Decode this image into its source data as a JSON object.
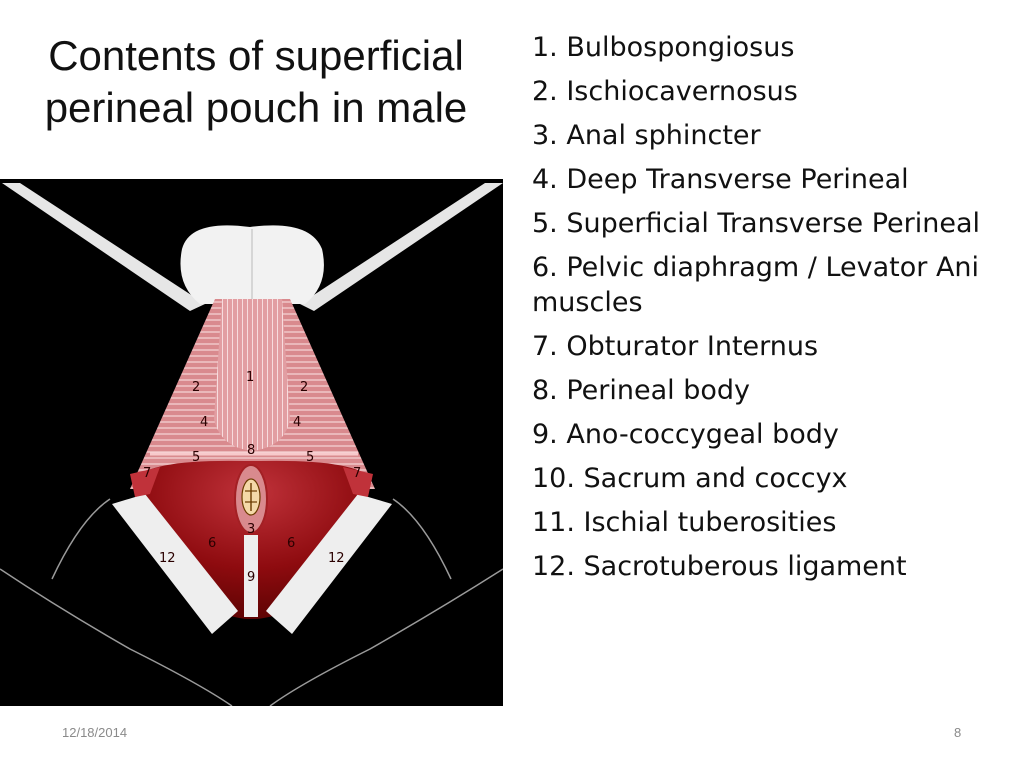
{
  "slide": {
    "title_line1": "Contents of superficial",
    "title_line2": "perineal pouch in male",
    "legend": [
      "1. Bulbospongiosus",
      "2. Ischiocavernosus",
      "3. Anal sphincter",
      "4. Deep Transverse Perineal",
      "5. Superficial Transverse Perineal",
      "6. Pelvic diaphragm / Levator Ani muscles",
      "7. Obturator Internus",
      "8. Perineal body",
      "9. Ano-coccygeal body",
      "10. Sacrum and coccyx",
      "11. Ischial tuberosities",
      "12. Sacrotuberous ligament"
    ],
    "date": "12/18/2014",
    "page": "8"
  },
  "figure": {
    "labels": {
      "l1": "1",
      "l2a": "2",
      "l2b": "2",
      "l4a": "4",
      "l4b": "4",
      "l5a": "5",
      "l5b": "5",
      "l7a": "7",
      "l7b": "7",
      "l8": "8",
      "l3": "3",
      "l9": "9",
      "l6a": "6",
      "l6b": "6",
      "l12a": "12",
      "l12b": "12"
    },
    "colors": {
      "muscle_light": "#d98a8e",
      "muscle_mid": "#c0323a",
      "muscle_dark": "#7a0606",
      "bone": "#f2f2f2",
      "background": "#000000"
    }
  }
}
